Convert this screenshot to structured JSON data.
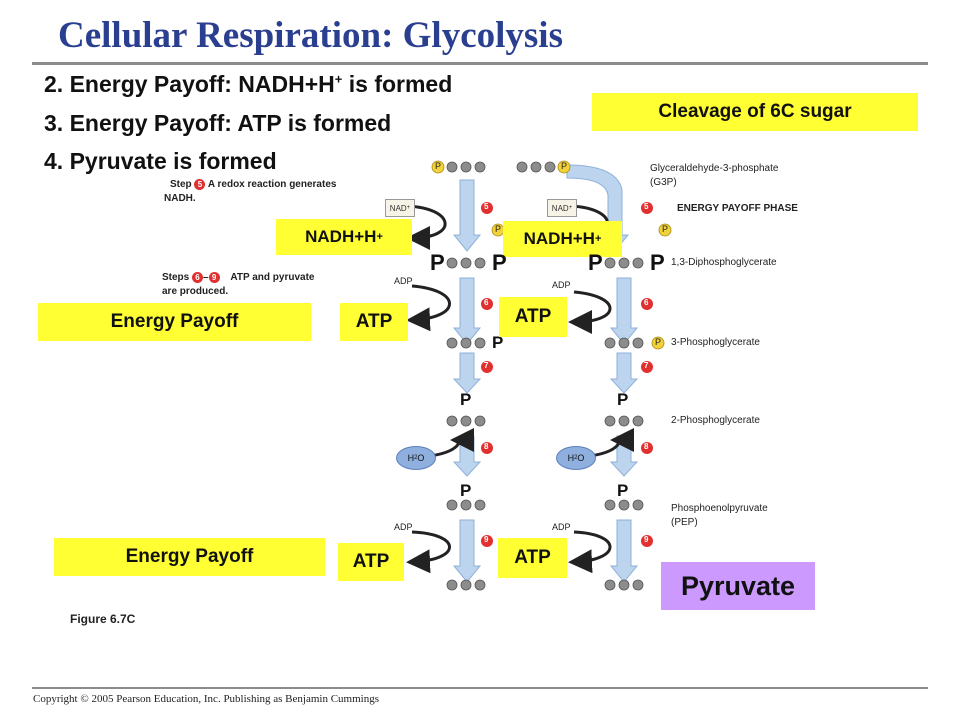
{
  "title": "Cellular Respiration: Glycolysis",
  "bullets": [
    {
      "text": "2. Energy Payoff: NADH+H",
      "sup": "+",
      "tail": " is formed"
    },
    {
      "text": "3. Energy Payoff: ATP is formed"
    },
    {
      "text": "4. Pyruvate is formed"
    }
  ],
  "highlights": {
    "cleavage": "Cleavage of 6C sugar",
    "nadh_left": "NADH+H",
    "nadh_right": "NADH+H",
    "plus": "+",
    "energy_payoff_1": "Energy Payoff",
    "energy_payoff_2": "Energy Payoff",
    "atp": "ATP",
    "pyruvate": "Pyruvate"
  },
  "notes": {
    "step5_prefix": "Step",
    "step5_num": "5",
    "step5_text": "A redox reaction generates",
    "step5_line2": "NADH.",
    "steps69_prefix": "Steps",
    "steps69_a": "6",
    "steps69_dash": "–",
    "steps69_b": "9",
    "steps69_text": "ATP and pyruvate",
    "steps69_line2": "are produced."
  },
  "molecules": {
    "g3p": "Glyceraldehyde-3-phosphate",
    "g3p_abbr": "(G3P)",
    "phase": "ENERGY PAYOFF PHASE",
    "bpg": "1,3-Diphosphoglycerate",
    "pg3": "3-Phosphoglycerate",
    "pg2": "2-Phosphoglycerate",
    "pep": "Phosphoenolpyruvate",
    "pep_abbr": "(PEP)"
  },
  "symbols": {
    "P": "P",
    "ADP": "ADP",
    "NAD": "NAD",
    "NAD_sup": "+",
    "H2O_H": "H",
    "H2O_2": "2",
    "H2O_O": "O"
  },
  "step_numbers": [
    "5",
    "6",
    "7",
    "8",
    "9"
  ],
  "figure_label": "Figure 6.7C",
  "copyright": "Copyright © 2005 Pearson Education, Inc. Publishing as Benjamin Cummings",
  "colors": {
    "title": "#2a3f8f",
    "highlight": "#ffff33",
    "pyruvate_box": "#cc99ff",
    "step_badge": "#e03030",
    "arrow": "#bcd4ee",
    "molecule": "#8c8c8c"
  }
}
